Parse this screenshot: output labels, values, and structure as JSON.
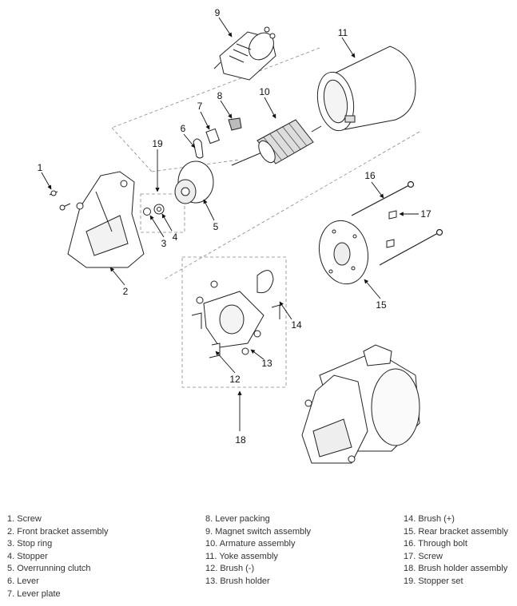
{
  "callouts": [
    "1",
    "2",
    "3",
    "4",
    "5",
    "6",
    "7",
    "8",
    "9",
    "10",
    "11",
    "12",
    "13",
    "14",
    "15",
    "16",
    "17",
    "18",
    "19"
  ],
  "legend": {
    "col1": [
      "1. Screw",
      "2. Front bracket assembly",
      "3. Stop ring",
      "4. Stopper",
      "5. Overrunning clutch",
      "6. Lever",
      "7. Lever plate"
    ],
    "col2": [
      "8. Lever packing",
      "9. Magnet switch assembly",
      "10. Armature assembly",
      "11. Yoke assembly",
      "12. Brush (-)",
      "13. Brush holder"
    ],
    "col3": [
      "14. Brush (+)",
      "15. Rear bracket assembly",
      "16. Through bolt",
      "17. Screw",
      "18. Brush holder assembly",
      "19. Stopper set"
    ]
  }
}
